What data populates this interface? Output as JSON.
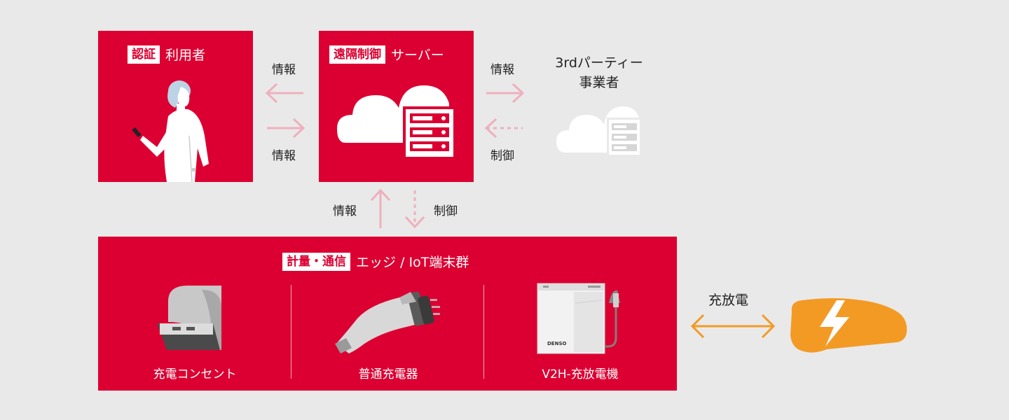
{
  "user_box": {
    "tag": "認証",
    "title": "利用者"
  },
  "server_box": {
    "tag": "遠隔制御",
    "title": "サーバー"
  },
  "third_party": {
    "line1": "3rdパーティー",
    "line2": "事業者"
  },
  "edge_box": {
    "tag": "計量・通信",
    "title": "エッジ / IoT端末群",
    "devices": [
      {
        "label": "充電コンセント",
        "icon": "charging-outlet-icon"
      },
      {
        "label": "普通充電器",
        "icon": "charger-plug-icon"
      },
      {
        "label": "V2H-充放電機",
        "icon": "v2h-unit-icon",
        "brand": "DENSO"
      }
    ]
  },
  "arrow_labels": {
    "user_server_top": "情報",
    "user_server_bottom": "情報",
    "server_third_top": "情報",
    "server_third_bottom": "制御",
    "server_edge_left": "情報",
    "server_edge_right": "制御",
    "car": "充放電"
  },
  "colors": {
    "brand_red": "#dc0032",
    "arrow_pink": "#eeb0bd",
    "orange": "#f39a25",
    "background": "#e9e9e9"
  }
}
